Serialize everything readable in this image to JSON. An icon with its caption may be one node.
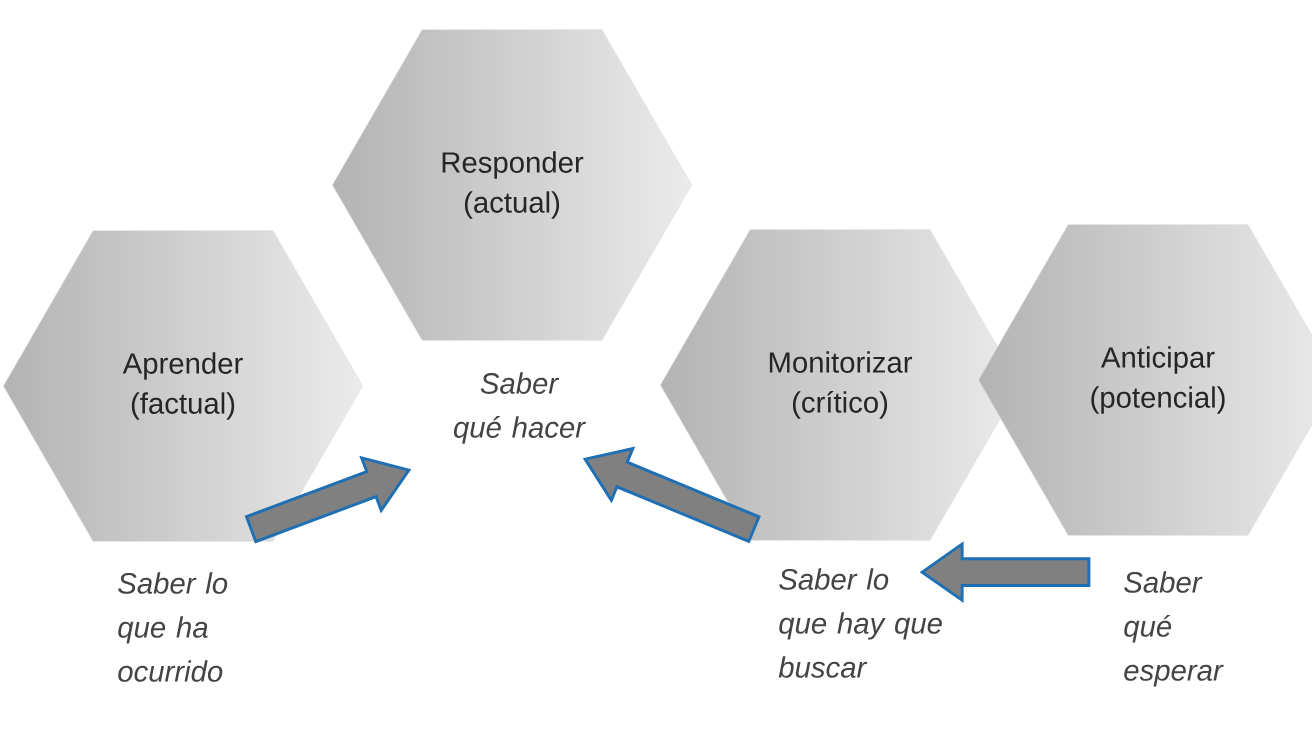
{
  "diagram": {
    "nodes": [
      {
        "text": [
          "Aprender (factual)"
        ],
        "beside": [
          "Saber lo que ha ocurrido"
        ]
      },
      {
        "text": [
          "Responder (actual)"
        ],
        "beside": [
          "Saber qué hacer"
        ]
      },
      {
        "text": [
          "Monitorizar (crítico)"
        ],
        "beside": [
          "Saber lo que hay que buscar"
        ]
      },
      {
        "text": [
          "Anticipar (potencial)"
        ],
        "beside": [
          "Saber qué esperar"
        ]
      }
    ],
    "edges": [
      {
        "from": 0,
        "to": 1,
        "arrow": "to"
      },
      {
        "from": 2,
        "to": 1,
        "arrow": "to"
      },
      {
        "from": 3,
        "to": 2,
        "arrow": "to"
      }
    ]
  }
}
